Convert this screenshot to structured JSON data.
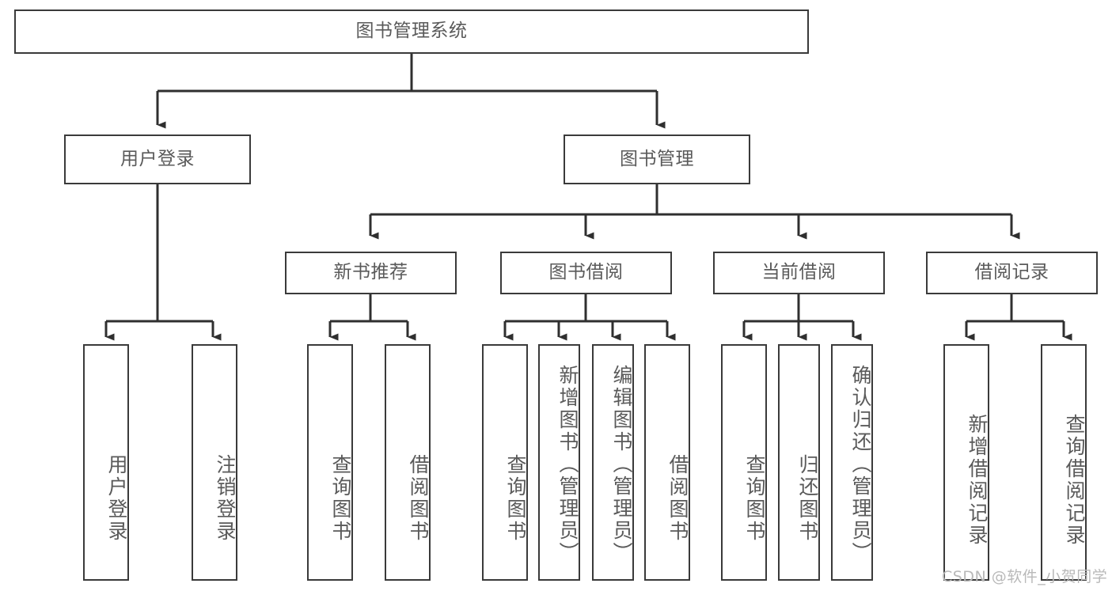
{
  "diagram": {
    "type": "tree",
    "title_node": "图书管理系统",
    "watermark": "CSDN @软件_小贺同学",
    "colors": {
      "box_border": "#3a3a3a",
      "box_fill": "#ffffff",
      "text": "#5a5a5a",
      "connector": "#2f2f2f",
      "watermark": "#b9b9b9",
      "background": "#ffffff"
    },
    "levels": {
      "root": {
        "label": "图书管理系统"
      },
      "level2": [
        {
          "label": "用户登录"
        },
        {
          "label": "图书管理"
        }
      ],
      "level3": [
        {
          "label": "新书推荐"
        },
        {
          "label": "图书借阅"
        },
        {
          "label": "当前借阅"
        },
        {
          "label": "借阅记录"
        }
      ],
      "leaves": [
        {
          "label": "用户登录",
          "parent": "用户登录"
        },
        {
          "label": "注销登录",
          "parent": "用户登录"
        },
        {
          "label": "查询图书",
          "parent": "新书推荐"
        },
        {
          "label": "借阅图书",
          "parent": "新书推荐"
        },
        {
          "label": "查询图书",
          "parent": "图书借阅"
        },
        {
          "label": "新增图书（管理员）",
          "parent": "图书借阅"
        },
        {
          "label": "编辑图书（管理员）",
          "parent": "图书借阅"
        },
        {
          "label": "借阅图书",
          "parent": "图书借阅"
        },
        {
          "label": "查询图书",
          "parent": "当前借阅"
        },
        {
          "label": "归还图书",
          "parent": "当前借阅"
        },
        {
          "label": "确认归还（管理员）",
          "parent": "当前借阅"
        },
        {
          "label": "新增借阅记录",
          "parent": "借阅记录"
        },
        {
          "label": "查询借阅记录",
          "parent": "借阅记录"
        }
      ]
    }
  }
}
